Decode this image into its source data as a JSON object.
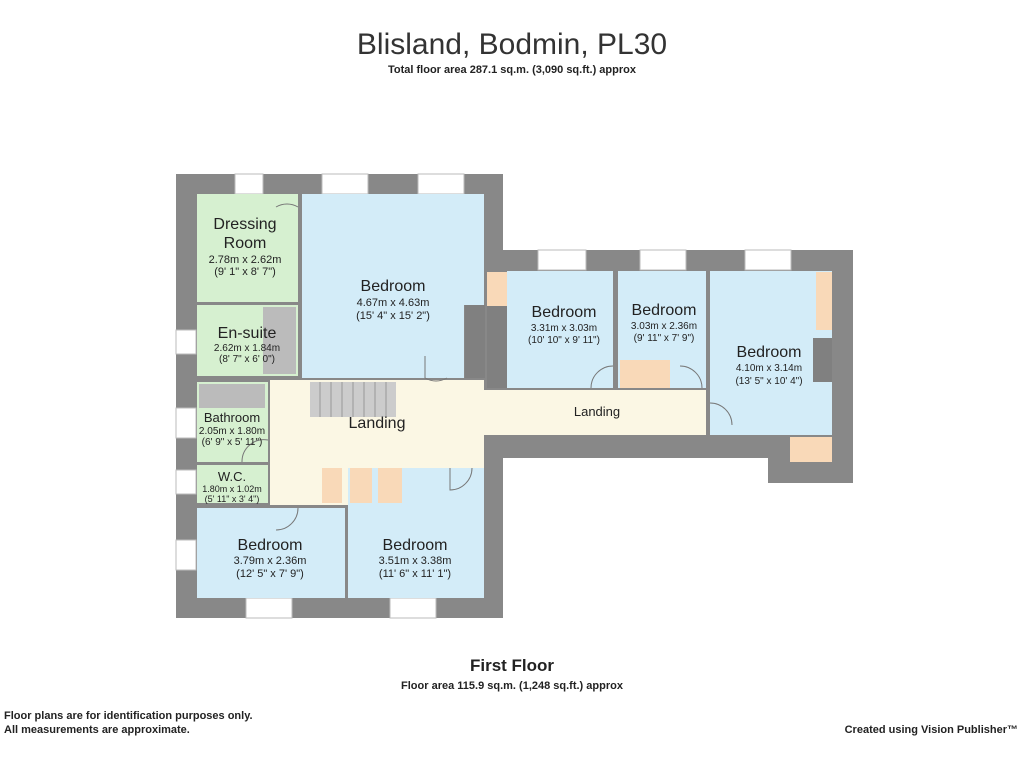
{
  "header": {
    "title": "Blisland, Bodmin, PL30",
    "subtitle": "Total floor area 287.1 sq.m. (3,090 sq.ft.) approx"
  },
  "floor": {
    "name": "First Floor",
    "area": "Floor area 115.9 sq.m. (1,248 sq.ft.) approx"
  },
  "rooms": {
    "dressing": {
      "name1": "Dressing",
      "name2": "Room",
      "metric": "2.78m x 2.62m",
      "imperial": "(9' 1\" x 8' 7\")"
    },
    "ensuite": {
      "name": "En-suite",
      "metric": "2.62m x 1.84m",
      "imperial": "(8' 7\" x 6' 0\")"
    },
    "bedroom_main": {
      "name": "Bedroom",
      "metric": "4.67m x 4.63m",
      "imperial": "(15' 4\" x 15' 2\")"
    },
    "bathroom": {
      "name": "Bathroom",
      "metric": "2.05m x 1.80m",
      "imperial": "(6' 9\" x 5' 11\")"
    },
    "wc": {
      "name": "W.C.",
      "metric": "1.80m x 1.02m",
      "imperial": "(5' 11\" x 3' 4\")"
    },
    "landing": {
      "name": "Landing"
    },
    "landing_east": {
      "name": "Landing"
    },
    "bedroom_sw": {
      "name": "Bedroom",
      "metric": "3.79m x 2.36m",
      "imperial": "(12' 5\" x 7' 9\")"
    },
    "bedroom_s": {
      "name": "Bedroom",
      "metric": "3.51m x 3.38m",
      "imperial": "(11' 6\" x 11' 1\")"
    },
    "bedroom_e1": {
      "name": "Bedroom",
      "metric": "3.31m x 3.03m",
      "imperial": "(10' 10\" x 9' 11\")"
    },
    "bedroom_e2": {
      "name": "Bedroom",
      "metric": "3.03m x 2.36m",
      "imperial": "(9' 11\" x 7' 9\")"
    },
    "bedroom_e3": {
      "name": "Bedroom",
      "metric": "4.10m x 3.14m",
      "imperial": "(13' 5\" x 10' 4\")"
    }
  },
  "footer": {
    "disclaimer1": "Floor plans are for identification purposes only.",
    "disclaimer2": "All measurements are approximate.",
    "credit": "Created using Vision Publisher™"
  },
  "colors": {
    "wall": "#888888",
    "bedroom": "#d3ecf8",
    "wet": "#d6f0d0",
    "landing": "#fbf7e4",
    "cupboard": "#f9d9b8"
  }
}
